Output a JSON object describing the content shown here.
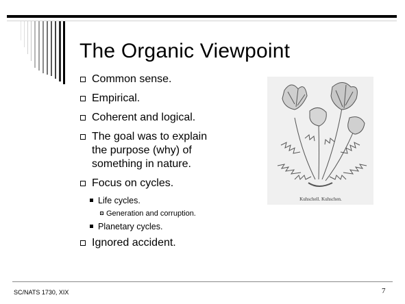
{
  "slide": {
    "title": "The Organic Viewpoint",
    "bullets": [
      {
        "level": 1,
        "text": "Common sense."
      },
      {
        "level": 1,
        "text": "Empirical."
      },
      {
        "level": 1,
        "text": "Coherent and logical."
      },
      {
        "level": 1,
        "lines": [
          "The goal was to explain",
          "the purpose (why) of",
          "something in nature."
        ]
      },
      {
        "level": 1,
        "text": "Focus on cycles."
      },
      {
        "level": 2,
        "text": "Life cycles."
      },
      {
        "level": 3,
        "text": "Generation and corruption."
      },
      {
        "level": 2,
        "text": "Planetary cycles."
      },
      {
        "level": 1,
        "text": "Ignored accident."
      }
    ],
    "figure": {
      "caption": "Kuhschell.  Kuhschen."
    }
  },
  "footer": {
    "course": "SC/NATS 1730, XIX",
    "page_number": "7"
  },
  "colors": {
    "background": "#ffffff",
    "rule": "#000000",
    "footer_rule": "#888888"
  }
}
